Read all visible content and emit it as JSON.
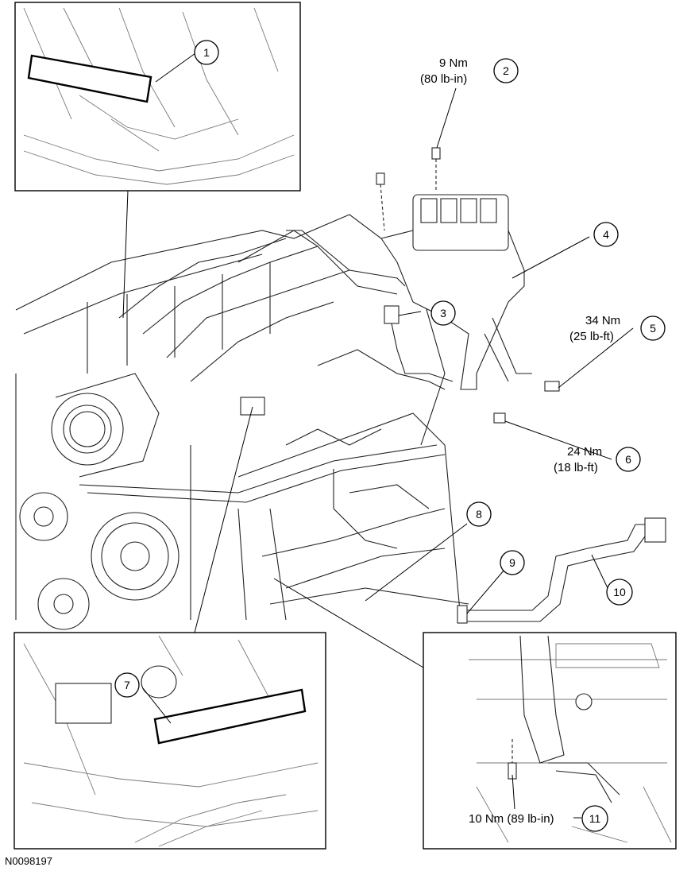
{
  "figure_id": "N0098197",
  "callouts": [
    {
      "num": "1",
      "spec": ""
    },
    {
      "num": "2",
      "spec": "9 Nm",
      "spec2": "(80 lb-in)"
    },
    {
      "num": "3",
      "spec": ""
    },
    {
      "num": "4",
      "spec": ""
    },
    {
      "num": "5",
      "spec": "34 Nm",
      "spec2": "(25 lb-ft)"
    },
    {
      "num": "6",
      "spec": "24 Nm",
      "spec2": "(18 lb-ft)"
    },
    {
      "num": "7",
      "spec": ""
    },
    {
      "num": "8",
      "spec": ""
    },
    {
      "num": "9",
      "spec": ""
    },
    {
      "num": "10",
      "spec": ""
    },
    {
      "num": "11",
      "spec": "10 Nm (89 lb-in)"
    }
  ]
}
